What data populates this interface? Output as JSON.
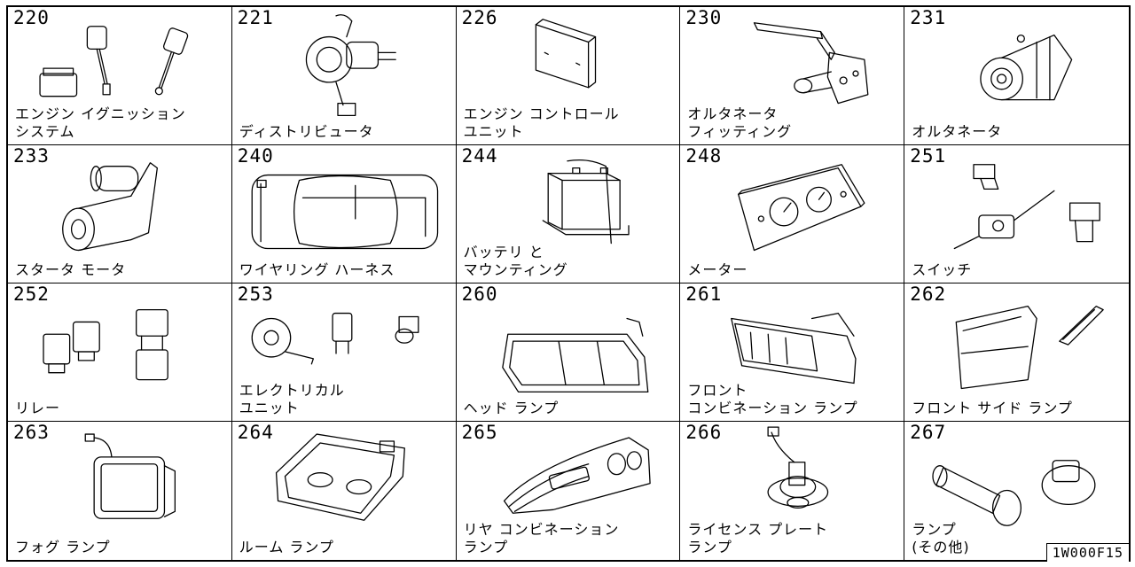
{
  "catalog_code": "1W000F15",
  "cells": [
    {
      "num": "220",
      "label": "エンジン イグニッション\nシステム"
    },
    {
      "num": "221",
      "label": "ディストリビュータ"
    },
    {
      "num": "226",
      "label": "エンジン コントロール\nユニット"
    },
    {
      "num": "230",
      "label": "オルタネータ\nフィッティング"
    },
    {
      "num": "231",
      "label": "オルタネータ"
    },
    {
      "num": "233",
      "label": "スタータ モータ"
    },
    {
      "num": "240",
      "label": "ワイヤリング ハーネス"
    },
    {
      "num": "244",
      "label": "バッテリ と\nマウンティング"
    },
    {
      "num": "248",
      "label": "メーター"
    },
    {
      "num": "251",
      "label": "スイッチ"
    },
    {
      "num": "252",
      "label": "リレー"
    },
    {
      "num": "253",
      "label": "エレクトリカル\nユニット"
    },
    {
      "num": "260",
      "label": "ヘッド ランプ"
    },
    {
      "num": "261",
      "label": "フロント\nコンビネーション ランプ"
    },
    {
      "num": "262",
      "label": "フロント サイド ランプ"
    },
    {
      "num": "263",
      "label": "フォグ ランプ"
    },
    {
      "num": "264",
      "label": "ルーム ランプ"
    },
    {
      "num": "265",
      "label": "リヤ コンビネーション\nランプ"
    },
    {
      "num": "266",
      "label": "ライセンス プレート\nランプ"
    },
    {
      "num": "267",
      "label": "ランプ\n(その他)"
    }
  ]
}
